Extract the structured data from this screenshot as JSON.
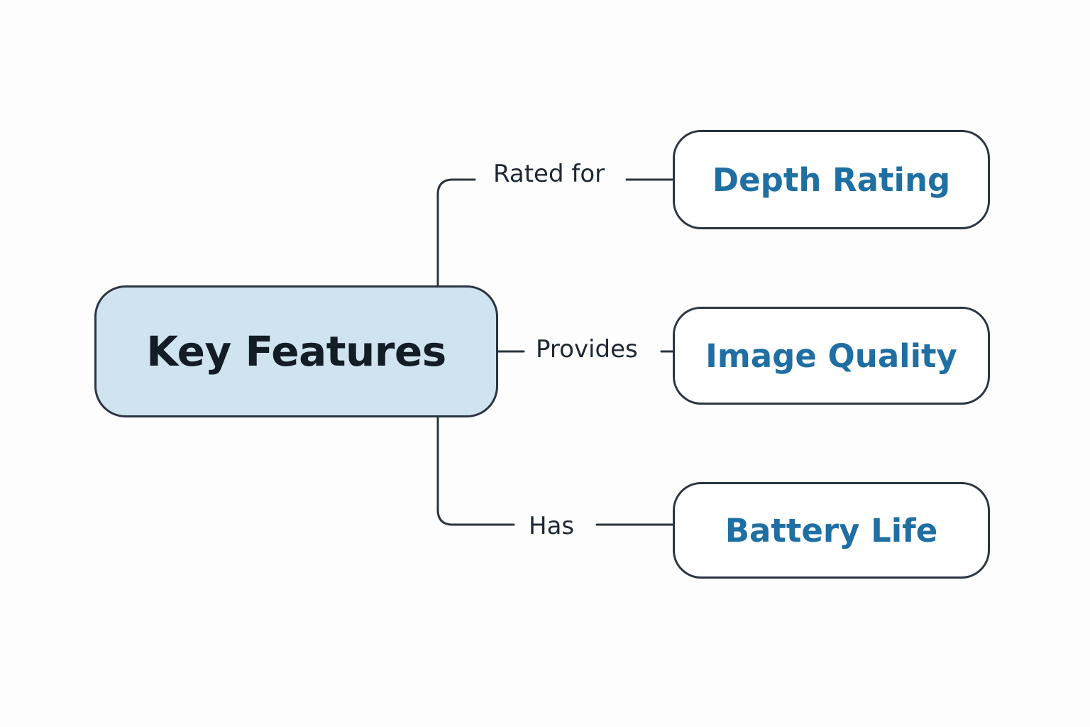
{
  "diagram": {
    "center": {
      "label": "Key Features"
    },
    "branches": [
      {
        "relation": "Rated for",
        "target": "Depth Rating"
      },
      {
        "relation": "Provides",
        "target": "Image Quality"
      },
      {
        "relation": "Has",
        "target": "Battery Life"
      }
    ]
  },
  "colors": {
    "center_fill": "#cfe4ee",
    "leaf_text": "#1f6fa3",
    "stroke": "#2b3541",
    "background": "#fdfdfd"
  }
}
